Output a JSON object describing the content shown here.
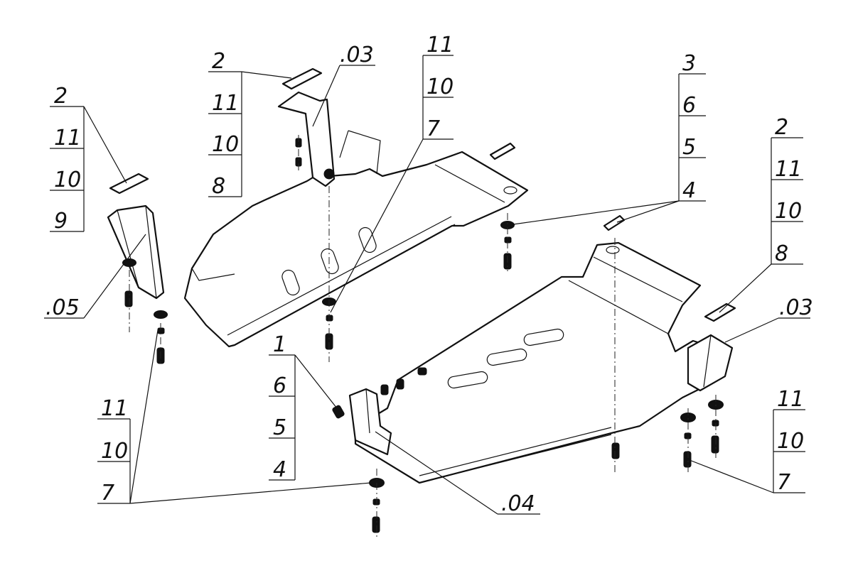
{
  "callouts": {
    "g1": [
      "2",
      "11",
      "10",
      "9"
    ],
    "g2": [
      "2",
      "11",
      "10",
      "8"
    ],
    "g3": ".03",
    "g4": [
      "11",
      "10",
      "7"
    ],
    "g5": [
      "3",
      "6",
      "5",
      "4"
    ],
    "g6": [
      "2",
      "11",
      "10",
      "8"
    ],
    "g7": ".03",
    "g8": ".05",
    "g9": [
      "1",
      "6",
      "5",
      "4"
    ],
    "g10": [
      "11",
      "10",
      "7"
    ],
    "g11": ".04",
    "g12": [
      "11",
      "10",
      "7"
    ]
  }
}
